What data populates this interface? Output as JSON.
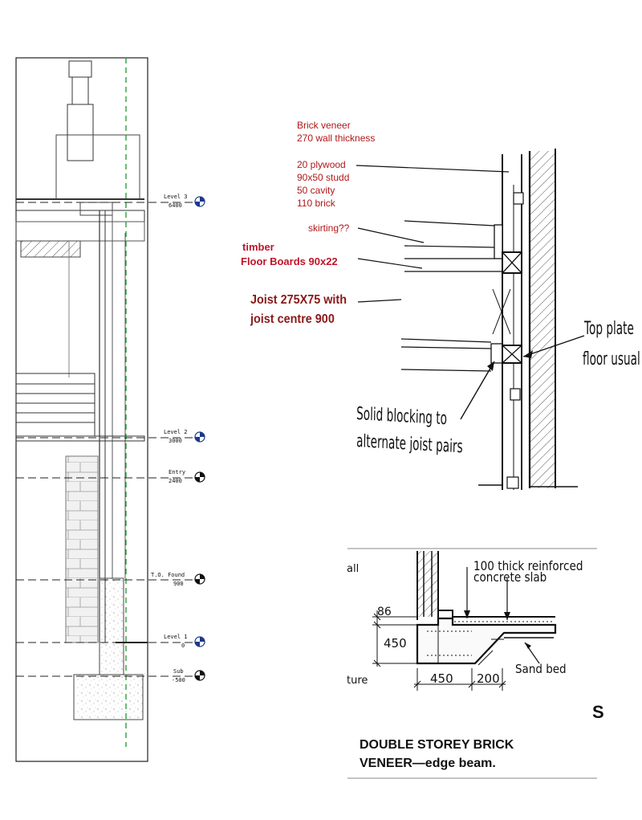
{
  "section_levels": [
    {
      "name": "Level 3",
      "value": "6400"
    },
    {
      "name": "Level 2",
      "value": "3000"
    },
    {
      "name": "Entry",
      "value": "2400"
    },
    {
      "name": "T.O. Found",
      "value": "900"
    },
    {
      "name": "Level 1",
      "value": "0"
    },
    {
      "name": "Sub",
      "value": "-500"
    }
  ],
  "wall_annotations": {
    "brick_veneer": "Brick veneer",
    "wall_thickness": "270 wall thickness",
    "plywood": "20 plywood",
    "studd": "90x50 studd",
    "cavity": "50 cavity",
    "brick": "110 brick",
    "skirting": "skirting??",
    "timber": "timber",
    "floor_boards": "Floor Boards 90x22",
    "joist_1": "Joist 275X75 with",
    "joist_2": "joist centre 900"
  },
  "detail_handwriting": {
    "top_plate_1": "Top plate",
    "top_plate_2": "floor usual",
    "blocking_1": "Solid blocking to",
    "blocking_2": "alternate joist pairs"
  },
  "edge_beam": {
    "slab_1": "100 thick reinforced",
    "slab_2": "concrete slab",
    "dim_86": "86",
    "dim_450_v": "450",
    "dim_450_h": "450",
    "dim_200": "200",
    "sand_bed": "Sand bed",
    "all": "all",
    "ture": "ture",
    "s_glyph": "S",
    "title_1": "DOUBLE STOREY BRICK",
    "title_2": "VENEER—edge beam."
  }
}
